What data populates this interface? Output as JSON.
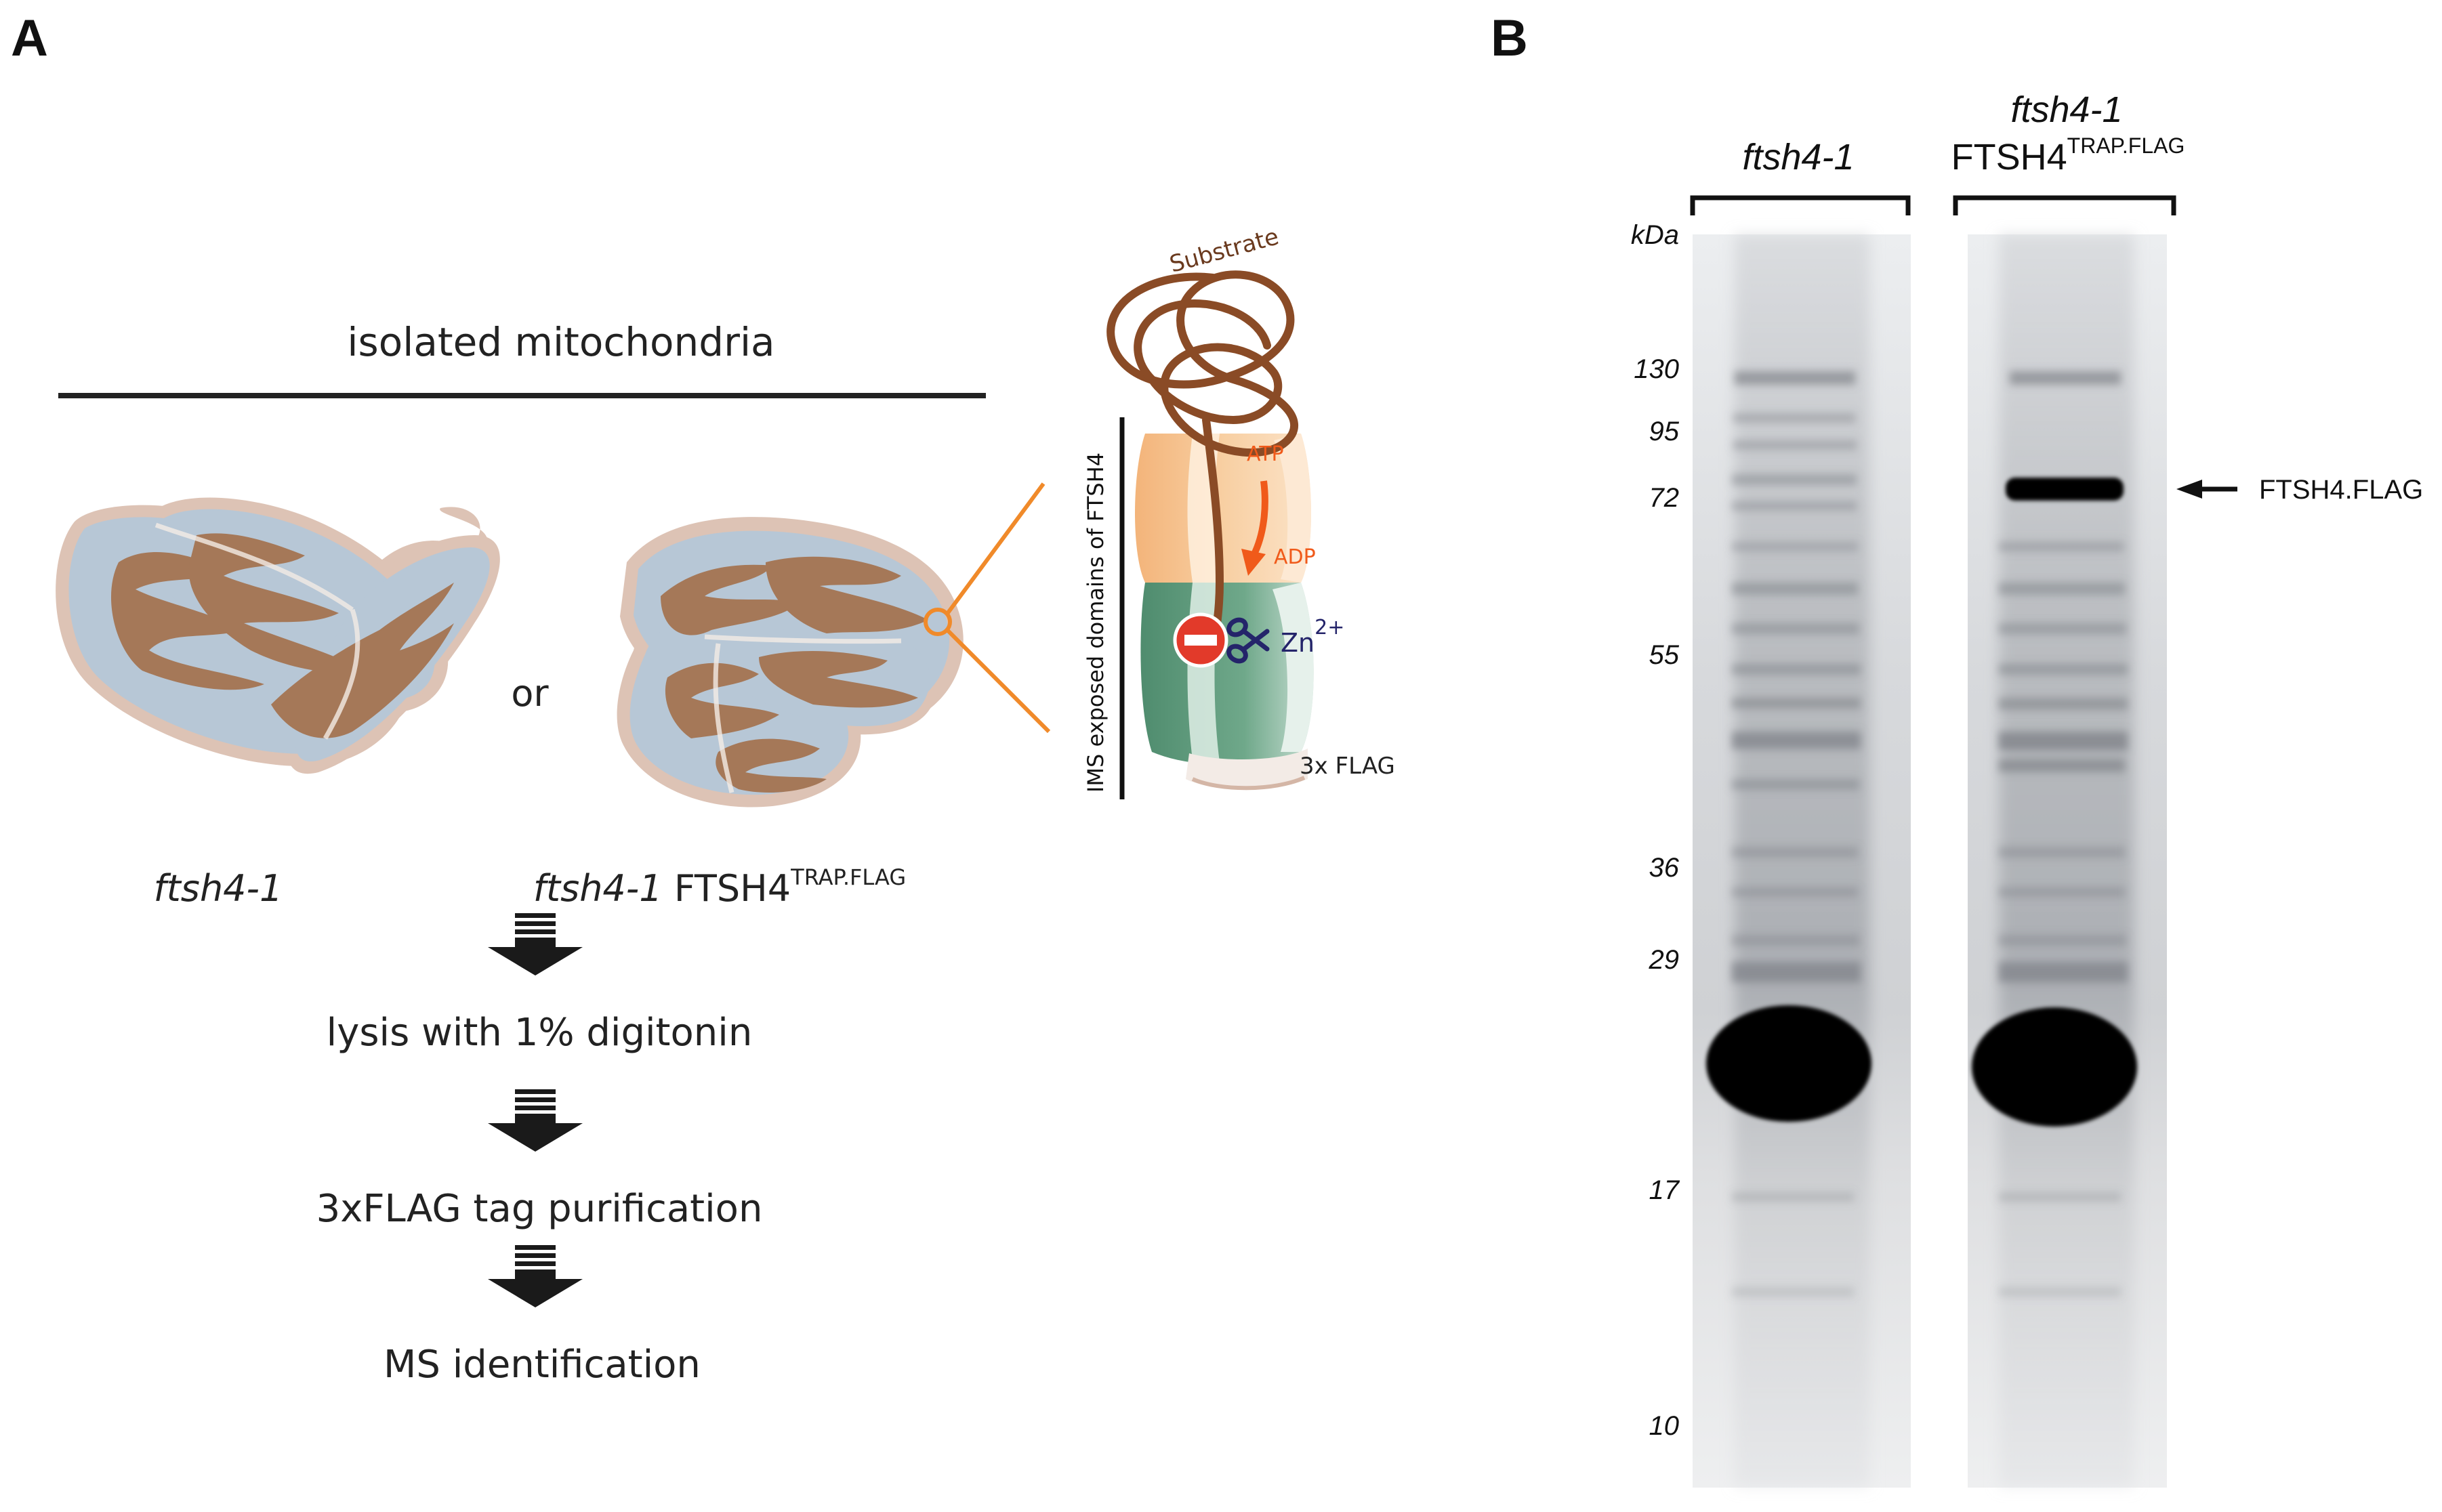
{
  "panel_a": {
    "label": "A",
    "header": "isolated mitochondria",
    "or": "or",
    "strain_left": "ftsh4-1",
    "strain_right_italic": "ftsh4-1",
    "strain_right_name": "FTSH4",
    "strain_right_sup": "TRAP.FLAG",
    "steps": [
      "lysis with 1% digitonin",
      "3xFLAG tag purification",
      "MS identification"
    ],
    "protease": {
      "substrate": "Substrate",
      "atp": "ATP",
      "adp": "ADP",
      "zn": "Zn",
      "zn_sup": "2+",
      "flag": "3x FLAG",
      "ims_label": "IMS exposed domains of FTSH4"
    },
    "colors": {
      "matrix_brown": "#a57858",
      "membrane_blue": "#b7c7d6",
      "outer_pink": "#ddc3b5",
      "substrate_brown": "#8a4b26",
      "aaa_orange": "#f7c596",
      "protease_green": "#5e9a7c",
      "accent_orange": "#f08a2a",
      "inhibit_red": "#e23a2a",
      "scissors_navy": "#24246a"
    }
  },
  "panel_b": {
    "label": "B",
    "kda": "kDa",
    "lane1_label": "ftsh4-1",
    "lane2_label_italic": "ftsh4-1",
    "lane2_label_name": "FTSH4",
    "lane2_label_sup": "TRAP.FLAG",
    "band_annotation": "FTSH4.FLAG",
    "markers": [
      "130",
      "95",
      "72",
      "55",
      "36",
      "29",
      "17",
      "10"
    ]
  }
}
